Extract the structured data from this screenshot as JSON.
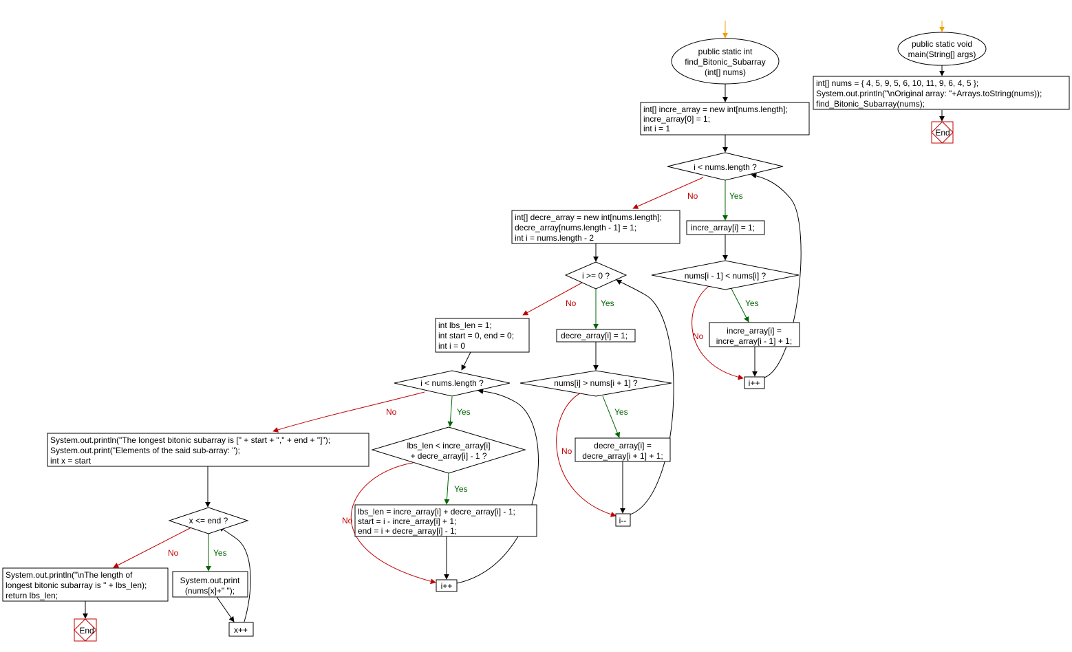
{
  "colors": {
    "no": "#c00000",
    "yes": "#006400",
    "start": "#f0a000",
    "line": "#000000"
  },
  "labels": {
    "yes": "Yes",
    "no": "No",
    "end": "End"
  },
  "main": {
    "start": [
      "public static void",
      "main(String[] args)"
    ],
    "body": [
      "int[] nums = { 4, 5, 9, 5, 6, 10, 11, 9, 6, 4, 5 };",
      "System.out.println(\"\\nOriginal array: \"+Arrays.toString(nums));",
      "find_Bitonic_Subarray(nums);"
    ]
  },
  "func": {
    "start": [
      "public static int",
      "find_Bitonic_Subarray",
      "(int[] nums)"
    ],
    "init_incre": [
      "int[] incre_array = new int[nums.length];",
      "incre_array[0] = 1;",
      "int i = 1"
    ],
    "cond_incre_loop": "i < nums.length ?",
    "set_incre": "incre_array[i] = 1;",
    "cond_incre_cmp": "nums[i - 1] < nums[i] ?",
    "update_incre": [
      "incre_array[i] =",
      "incre_array[i - 1] + 1;"
    ],
    "inc_i_1": "i++",
    "init_decre": [
      "int[] decre_array = new int[nums.length];",
      "decre_array[nums.length - 1] = 1;",
      "int i = nums.length - 2"
    ],
    "cond_decre_loop": "i >= 0 ?",
    "set_decre": "decre_array[i] = 1;",
    "cond_decre_cmp": "nums[i] > nums[i + 1] ?",
    "update_decre": [
      "decre_array[i] =",
      "decre_array[i + 1] + 1;"
    ],
    "dec_i": "i--",
    "init_lbs": [
      "int lbs_len = 1;",
      "int start = 0, end = 0;",
      "int i = 0"
    ],
    "cond_lbs_loop": "i < nums.length ?",
    "cond_lbs_cmp": [
      "lbs_len < incre_array[i]",
      "+ decre_array[i] - 1 ?"
    ],
    "update_lbs": [
      "lbs_len = incre_array[i] + decre_array[i] - 1;",
      "start = i - incre_array[i] + 1;",
      "end = i + decre_array[i] - 1;"
    ],
    "inc_i_2": "i++",
    "print_result": [
      "System.out.println(\"The longest bitonic subarray is [\" + start + \",\" + end + \"]\");",
      "System.out.print(\"Elements of the said sub-array: \");",
      "int x = start"
    ],
    "cond_print_loop": "x <= end ?",
    "print_elem": [
      "System.out.print",
      "(nums[x]+\" \");"
    ],
    "inc_x": "x++",
    "return_block": [
      "System.out.println(\"\\nThe length of",
      "longest bitonic subarray is \" + lbs_len);",
      "return lbs_len;"
    ]
  }
}
